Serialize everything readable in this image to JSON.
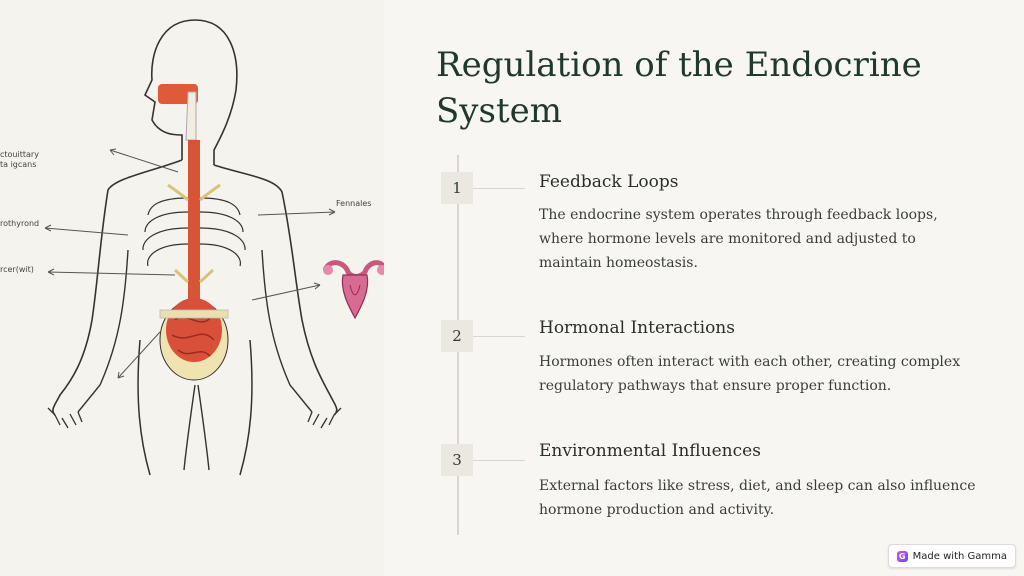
{
  "slide": {
    "title": "Regulation of the Endocrine System"
  },
  "illustration": {
    "labels": [
      "ctouittary\nta igcans",
      "rothyrond",
      "rcer(wit)",
      "Fennales"
    ]
  },
  "steps": [
    {
      "number": "1",
      "title": "Feedback Loops",
      "body": "The endocrine system operates through feedback loops, where hormone levels are monitored and adjusted to maintain homeostasis."
    },
    {
      "number": "2",
      "title": "Hormonal Interactions",
      "body": "Hormones often interact with each other, creating complex regulatory pathways that ensure proper function."
    },
    {
      "number": "3",
      "title": "Environmental Influences",
      "body": "External factors like stress, diet, and sleep can also influence hormone production and activity."
    }
  ],
  "badge": {
    "label": "Made with Gamma",
    "icon": "gamma-logo-icon"
  }
}
